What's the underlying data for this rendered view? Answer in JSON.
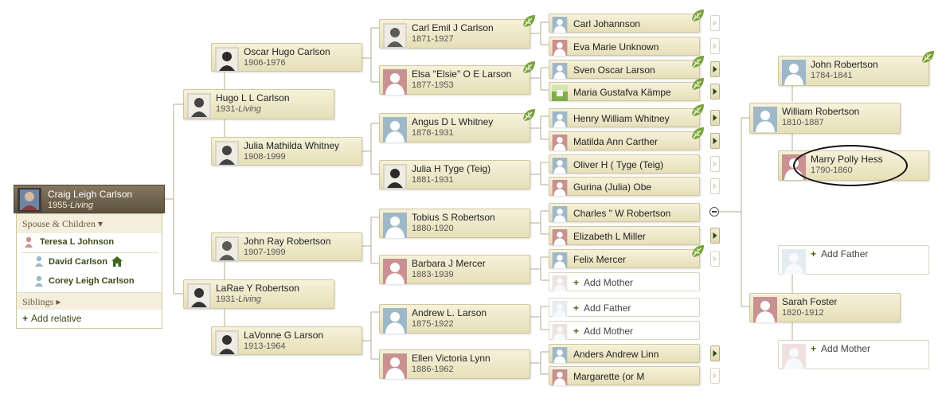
{
  "colors": {
    "male": "#9fb8c8",
    "female": "#c99191",
    "line": "#b5ae90",
    "card_top": "#f6f2da",
    "card_bottom": "#e6dfb8",
    "root": "#6e634d",
    "leaf": "#7ba33a",
    "text_green": "#3b4a17"
  },
  "root": {
    "name": "Craig Leigh Carlson",
    "dates": "1955-",
    "living": "Living"
  },
  "panel": {
    "spouse_header": "Spouse & Children ▾",
    "spouse": "Teresa L Johnson",
    "children": [
      "David Carlson",
      "Corey Leigh Carlson"
    ],
    "siblings": "Siblings ▸",
    "add_relative": "Add relative"
  },
  "parents": [
    {
      "name": "Hugo L L Carlson",
      "dates": "1931-",
      "living": "Living"
    },
    {
      "name": "LaRae Y Robertson",
      "dates": "1931-",
      "living": "Living"
    }
  ],
  "grandparents": [
    {
      "name": "Oscar Hugo Carlson",
      "dates": "1906-1976"
    },
    {
      "name": "Julia Mathilda Whitney",
      "dates": "1908-1999"
    },
    {
      "name": "John Ray Robertson",
      "dates": "1907-1999"
    },
    {
      "name": "LaVonne G Larson",
      "dates": "1913-1964"
    }
  ],
  "great_grandparents": [
    {
      "name": "Carl Emil J Carlson",
      "dates": "1871-1927"
    },
    {
      "name": "Elsa \"Elsie\" O E Larson",
      "dates": "1877-1953"
    },
    {
      "name": "Angus D L Whitney",
      "dates": "1878-1931"
    },
    {
      "name": "Julia H Tyge (Teig)",
      "dates": "1881-1931"
    },
    {
      "name": "Tobius S Robertson",
      "dates": "1880-1920"
    },
    {
      "name": "Barbara J Mercer",
      "dates": "1883-1939"
    },
    {
      "name": "Andrew L. Larson",
      "dates": "1875-1922"
    },
    {
      "name": "Ellen Victoria Lynn",
      "dates": "1886-1962"
    }
  ],
  "g3": [
    "Carl Johannson",
    "Eva Marie Unknown",
    "Sven Oscar Larson",
    "Maria Gustafva Kämpe",
    "Henry William Whitney",
    "Matilda Ann Carther",
    "Oliver H ( Tyge (Teig)",
    "Gurina (Julia) Obe",
    "Charles \" W Robertson",
    "Elizabeth L Miller",
    "Felix Mercer",
    "Add Mother",
    "Add Father",
    "Add Mother",
    "Anders Andrew Linn",
    "Margarette (or M"
  ],
  "right_tree": {
    "john": {
      "name": "John Robertson",
      "dates": "1784-1841"
    },
    "william": {
      "name": "William Robertson",
      "dates": "1810-1887"
    },
    "marry": {
      "name": "Marry Polly Hess",
      "dates": "1790-1860"
    },
    "add_father": "Add Father",
    "sarah": {
      "name": "Sarah Foster",
      "dates": "1820-1912"
    },
    "add_mother": "Add Mother"
  }
}
